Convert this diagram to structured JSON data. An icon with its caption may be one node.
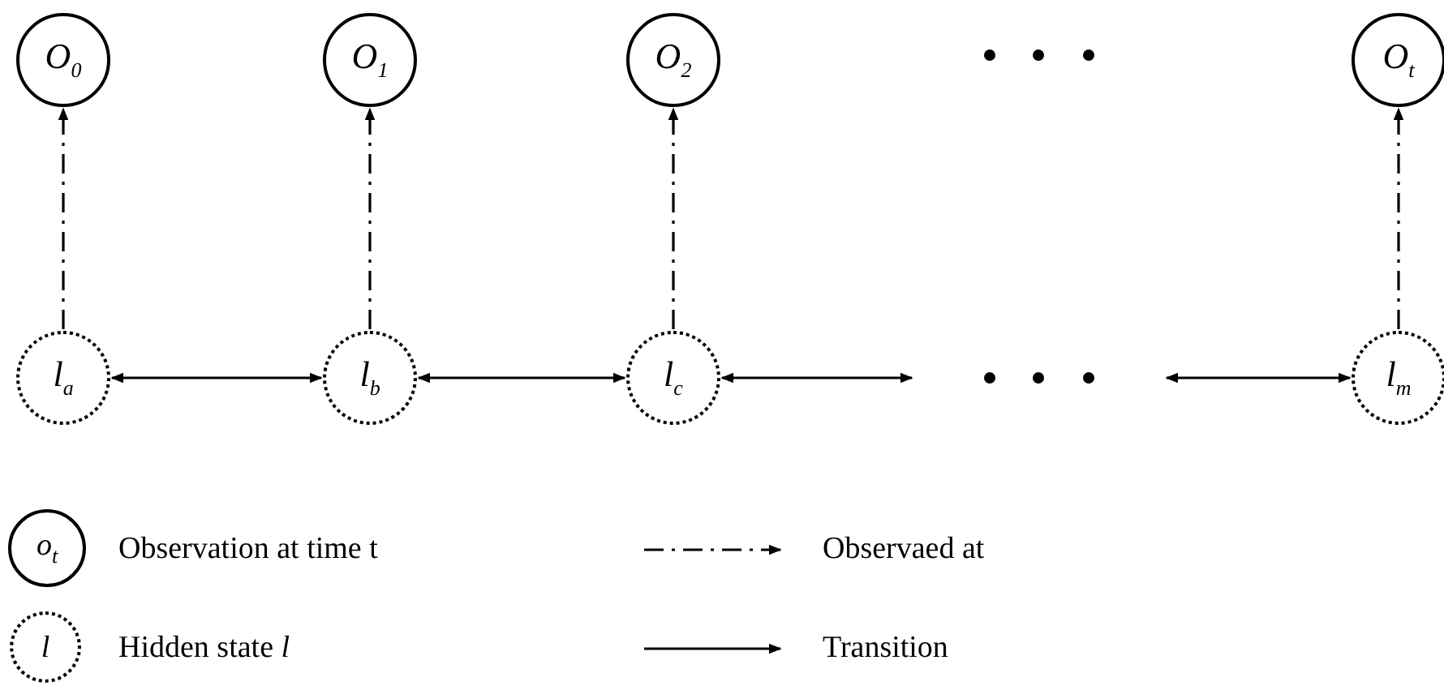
{
  "diagram": {
    "nodes": [
      {
        "text": [
          "O$_{0}$"
        ]
      },
      {
        "text": [
          "O$_{1}$"
        ]
      },
      {
        "text": [
          "O$_{2}$"
        ]
      },
      {
        "text": [
          "O$_{t}$"
        ]
      },
      {
        "text": [
          "l$_{a}$"
        ]
      },
      {
        "text": [
          "l$_{b}$"
        ]
      },
      {
        "text": [
          "l$_{c}$"
        ]
      },
      {
        "text": [
          "l$_{m}$"
        ]
      },
      {
        "text": [
          "o$_{t}$"
        ]
      },
      {
        "text": [
          "l"
        ]
      }
    ],
    "edges": [
      {
        "from": 4,
        "to": 0,
        "arrow": "to",
        "style": "dashed"
      },
      {
        "from": 5,
        "to": 1,
        "arrow": "to",
        "style": "dashed"
      },
      {
        "from": 6,
        "to": 2,
        "arrow": "to",
        "style": "dashed"
      },
      {
        "from": 7,
        "to": 3,
        "arrow": "to",
        "style": "dashed"
      },
      {
        "from": 4,
        "to": 5,
        "arrow": "both"
      },
      {
        "from": 5,
        "to": 6,
        "arrow": "both"
      },
      {
        "from": 6,
        "to": null,
        "arrow": "both"
      },
      {
        "from": null,
        "to": 7,
        "arrow": "both"
      }
    ],
    "legend": [
      {
        "text": "Observation at time t"
      },
      {
        "text": "Observaed at"
      },
      {
        "text": "Hidden state *l*"
      },
      {
        "text": "Transition"
      }
    ]
  }
}
